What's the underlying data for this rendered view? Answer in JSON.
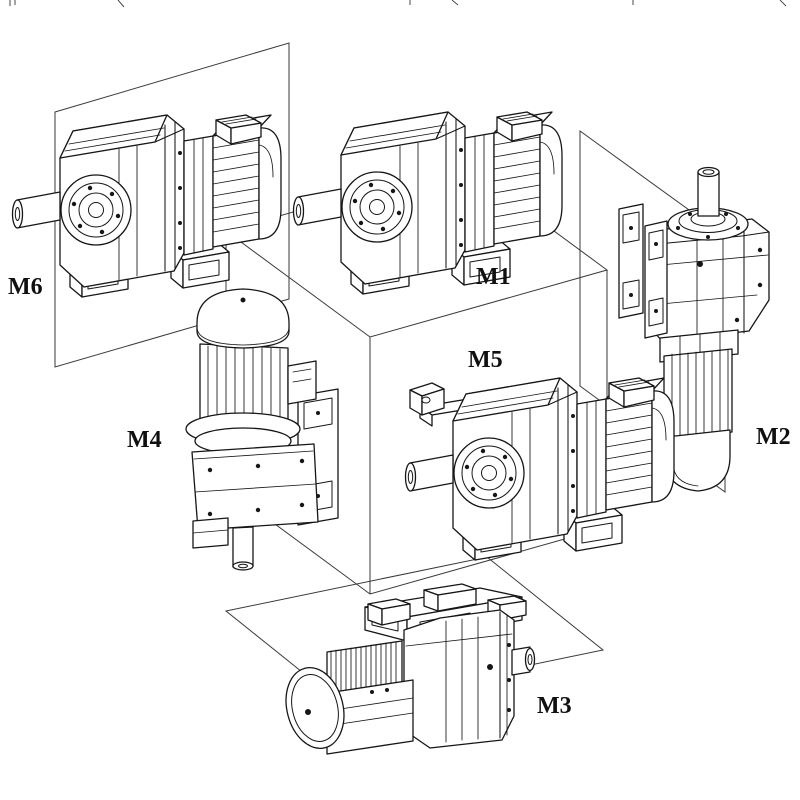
{
  "figure": {
    "background_color": "#ffffff",
    "line_color": "#1a1a1a",
    "mounting_position_labels": {
      "m1": "M1",
      "m2": "M2",
      "m3": "M3",
      "m4": "M4",
      "m5": "M5",
      "m6": "M6"
    }
  }
}
